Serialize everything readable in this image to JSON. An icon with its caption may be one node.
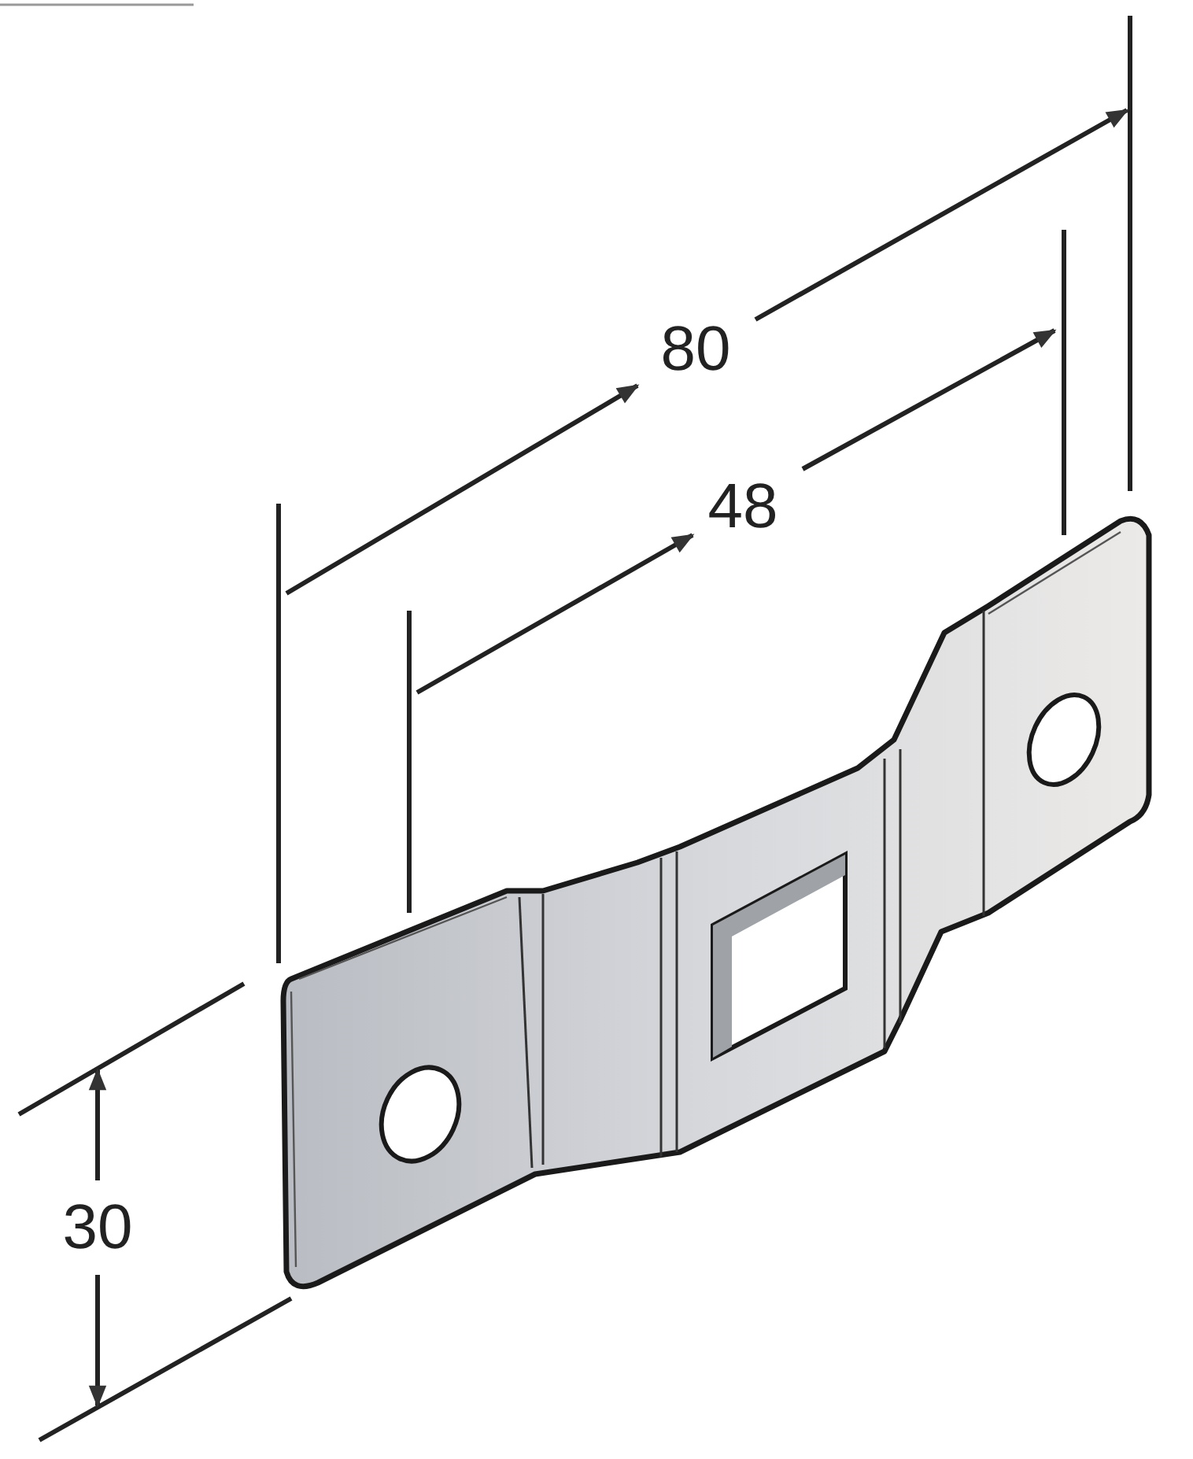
{
  "diagram": {
    "labels": [
      "80",
      "48",
      "30"
    ]
  }
}
